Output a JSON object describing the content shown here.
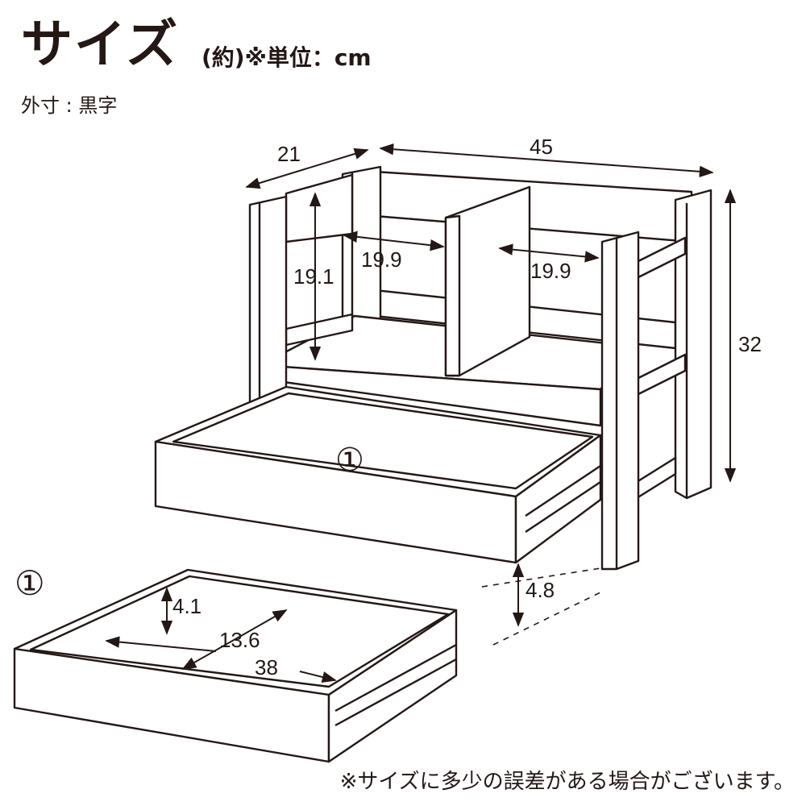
{
  "header": {
    "title": "サイズ",
    "unit_note": "(約)※単位：cm",
    "legend": "外寸 : 黒字"
  },
  "dimensions": {
    "depth": "21",
    "width": "45",
    "height": "32",
    "inner_height": "19.1",
    "left_inner_width": "19.9",
    "right_inner_width": "19.9",
    "drawer_clearance": "4.8"
  },
  "drawer": {
    "label": "①",
    "height": "4.1",
    "depth": "13.6",
    "width": "38"
  },
  "footer": {
    "disclaimer": "※サイズに多少の誤差がある場合がございます。"
  },
  "colors": {
    "ink": "#231815",
    "background": "#ffffff"
  }
}
